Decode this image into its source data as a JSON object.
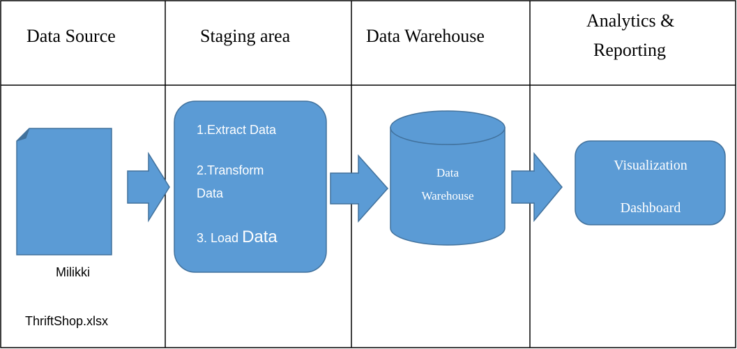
{
  "headers": {
    "data_source": "Data Source",
    "staging_area": "Staging area",
    "data_warehouse": "Data Warehouse",
    "analytics_line1": "Analytics &",
    "analytics_line2": "Reporting"
  },
  "source_file": {
    "line1": "Milikki",
    "line2": "ThriftShop.xlsx"
  },
  "staging_steps": {
    "step1": "1.Extract Data",
    "step2_line1": "2.Transform",
    "step2_line2": "Data",
    "step3_prefix": "3. Load ",
    "step3_word": "Data"
  },
  "warehouse": {
    "line1": "Data",
    "line2": "Warehouse"
  },
  "reporting": {
    "line1": "Visualization",
    "line2": "Dashboard"
  },
  "colors": {
    "shape_fill": "#5b9bd5",
    "shape_stroke": "#41719c",
    "grid_line": "#000000"
  },
  "icons": {
    "document": "document-icon",
    "arrow": "right-arrow-icon",
    "cylinder": "database-cylinder-icon"
  }
}
